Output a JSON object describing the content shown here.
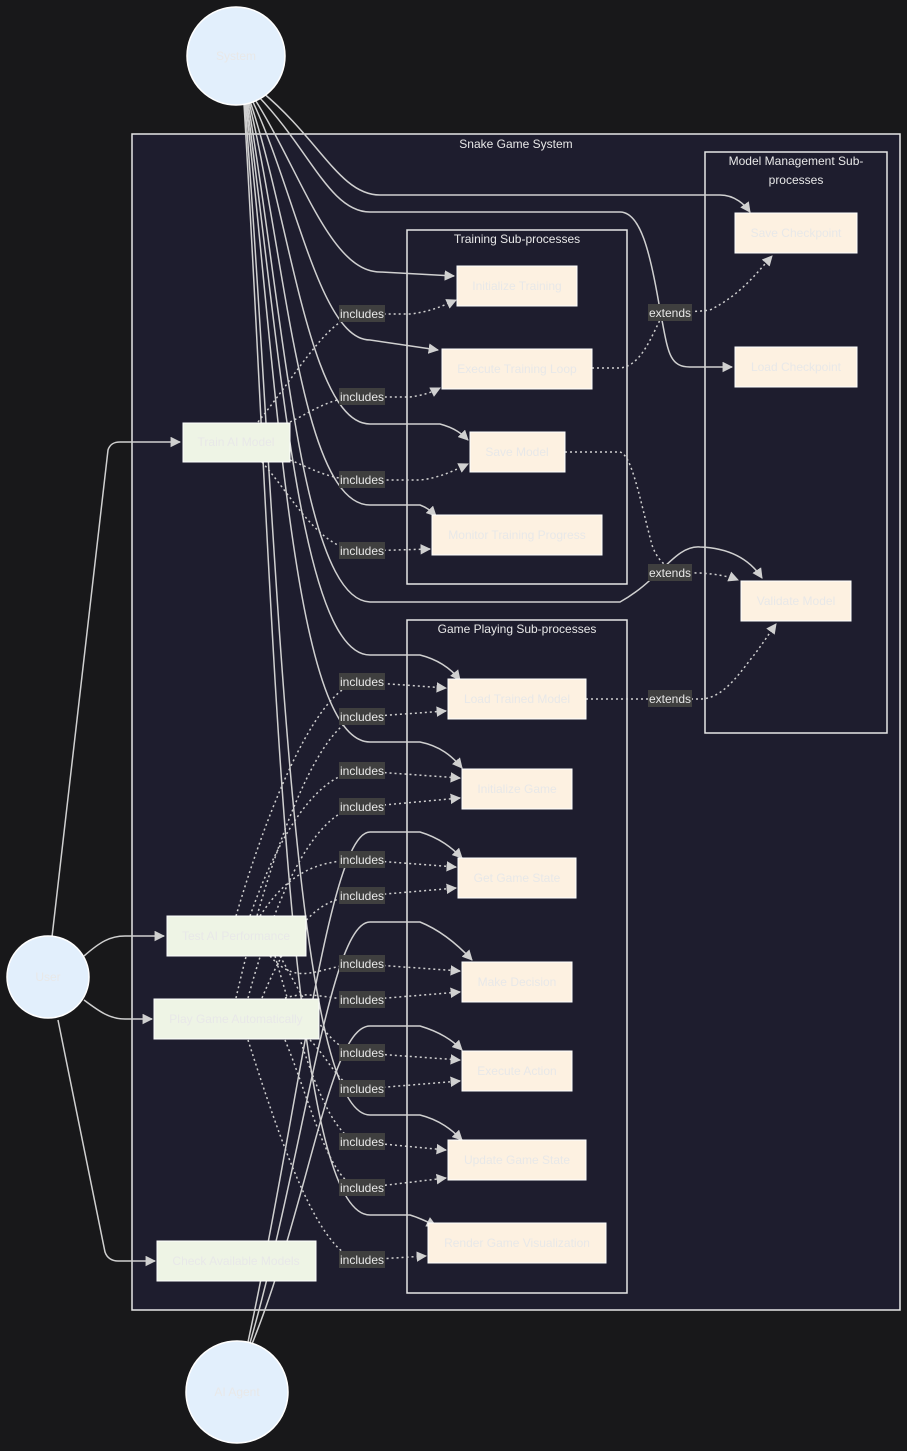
{
  "colors": {
    "background": "#18181a",
    "system_fill": "#1e1d2e",
    "border": "#e6e6e6",
    "edge": "#d0d0d0",
    "actor_fill": "#e2effc",
    "usecase_fill": "#eef4e5",
    "subprocess_fill": "#fdf1e1",
    "label_fill": "#3f3f3f"
  },
  "icons": {
    "edge_arrow": "arrowhead"
  },
  "actors": {
    "system": "System",
    "user": "User",
    "ai_agent": "AI Agent"
  },
  "groups": {
    "snake_game_system": "Snake Game System",
    "model_management_line1": "Model Management Sub-",
    "model_management_line2": "processes",
    "training": "Training Sub-processes",
    "game_playing": "Game Playing Sub-processes"
  },
  "use_cases": {
    "train_ai_model": "Train AI Model",
    "test_ai_performance": "Test AI Performance",
    "play_game_automatically": "Play Game Automatically",
    "check_available_models": "Check Available Models"
  },
  "subprocesses": {
    "initialize_training": "Initialize Training",
    "execute_training_loop": "Execute Training Loop",
    "save_model": "Save Model",
    "monitor_training_progress": "Monitor Training Progress",
    "load_trained_model": "Load Trained Model",
    "initialize_game": "Initialize Game",
    "get_game_state": "Get Game State",
    "make_decision": "Make Decision",
    "execute_action": "Execute Action",
    "update_game_state": "Update Game State",
    "render_game_visualization": "Render Game Visualization",
    "save_checkpoint": "Save Checkpoint",
    "load_checkpoint": "Load Checkpoint",
    "validate_model": "Validate Model"
  },
  "edge_labels": {
    "includes": "includes",
    "extends": "extends"
  }
}
